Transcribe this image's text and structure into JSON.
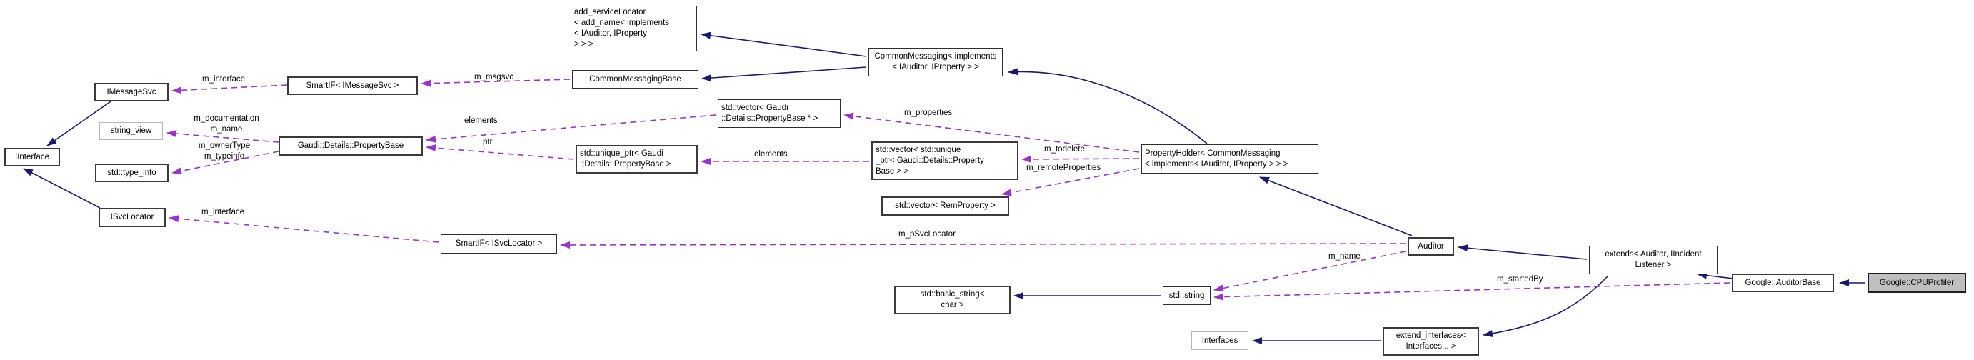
{
  "diagram": {
    "kind": "collaboration-graph",
    "focus_node": "Google::CPUProfiler"
  },
  "colors": {
    "inheritance_edge": "#191970",
    "usage_edge": "#9a32cd",
    "node_background": "#ffffff",
    "focus_node_background": "#bfbfbf",
    "node_border": "#2e2e2e",
    "muted_node_border": "#b4b4b4"
  },
  "nodes": [
    {
      "id": "add-servicelocator",
      "label": "add_serviceLocator\n< add_name< implements\n< IAuditor, IProperty\n> > >"
    },
    {
      "id": "commonmessaging",
      "label": "CommonMessaging< implements\n< IAuditor, IProperty > >"
    },
    {
      "id": "imessagesvc",
      "label": "IMessageSvc"
    },
    {
      "id": "smartif-imessagesvc",
      "label": "SmartIF< IMessageSvc >"
    },
    {
      "id": "commonmessagingbase",
      "label": "CommonMessagingBase"
    },
    {
      "id": "string-view",
      "label": "string_view"
    },
    {
      "id": "iinterface",
      "label": "IInterface"
    },
    {
      "id": "propertybase",
      "label": "Gaudi::Details::PropertyBase"
    },
    {
      "id": "type-info",
      "label": "std::type_info"
    },
    {
      "id": "vector-propertybase-ptr",
      "label": "std::vector< Gaudi\n::Details::PropertyBase * >"
    },
    {
      "id": "unique-ptr-propertybase",
      "label": "std::unique_ptr< Gaudi\n::Details::PropertyBase >"
    },
    {
      "id": "vector-unique-ptr",
      "label": "std::vector< std::unique\n_ptr< Gaudi::Details::Property\nBase > >"
    },
    {
      "id": "propertyholder",
      "label": "PropertyHolder< CommonMessaging\n< implements< IAuditor, IProperty > > >"
    },
    {
      "id": "vector-remproperty",
      "label": "std::vector< RemProperty >"
    },
    {
      "id": "isvclocator",
      "label": "ISvcLocator"
    },
    {
      "id": "smartif-isvclocator",
      "label": "SmartIF< ISvcLocator >"
    },
    {
      "id": "auditor",
      "label": "Auditor"
    },
    {
      "id": "extends-auditor",
      "label": "extends< Auditor, IIncident\nListener >"
    },
    {
      "id": "google-auditorbase",
      "label": "Google::AuditorBase"
    },
    {
      "id": "google-cpuprofiler",
      "label": "Google::CPUProfiler"
    },
    {
      "id": "basic-string-char",
      "label": "std::basic_string<\nchar >"
    },
    {
      "id": "std-string",
      "label": "std::string"
    },
    {
      "id": "interfaces",
      "label": "Interfaces"
    },
    {
      "id": "extend-interfaces",
      "label": "extend_interfaces<\nInterfaces... >"
    }
  ],
  "edge_labels": [
    {
      "text": "m_interface"
    },
    {
      "text": "m_msgsvc"
    },
    {
      "text": "m_documentation\nm_name"
    },
    {
      "text": "m_ownerType\nm_typeinfo"
    },
    {
      "text": "elements"
    },
    {
      "text": "ptr"
    },
    {
      "text": "elements"
    },
    {
      "text": "m_properties"
    },
    {
      "text": "m_todelete"
    },
    {
      "text": "m_remoteProperties"
    },
    {
      "text": "m_pSvcLocator"
    },
    {
      "text": "m_interface"
    },
    {
      "text": "m_name"
    },
    {
      "text": "m_startedBy"
    }
  ],
  "edges": [
    {
      "from": "Google::CPUProfiler",
      "to": "Google::AuditorBase",
      "type": "inheritance"
    },
    {
      "from": "Google::AuditorBase",
      "to": "extends< Auditor, IIncidentListener >",
      "type": "inheritance"
    },
    {
      "from": "extends< Auditor, IIncidentListener >",
      "to": "Auditor",
      "type": "inheritance"
    },
    {
      "from": "extends< Auditor, IIncidentListener >",
      "to": "extend_interfaces< Interfaces... >",
      "type": "inheritance"
    },
    {
      "from": "extend_interfaces< Interfaces... >",
      "to": "Interfaces",
      "type": "inheritance"
    },
    {
      "from": "Auditor",
      "to": "PropertyHolder< CommonMessaging< implements< IAuditor, IProperty > > >",
      "type": "inheritance"
    },
    {
      "from": "PropertyHolder< CommonMessaging< implements< IAuditor, IProperty > > >",
      "to": "CommonMessaging< implements< IAuditor, IProperty > >",
      "type": "inheritance"
    },
    {
      "from": "CommonMessaging< implements< IAuditor, IProperty > >",
      "to": "add_serviceLocator< add_name< implements< IAuditor, IProperty > > >",
      "type": "inheritance"
    },
    {
      "from": "CommonMessaging< implements< IAuditor, IProperty > >",
      "to": "CommonMessagingBase",
      "type": "inheritance"
    },
    {
      "from": "std::string",
      "to": "std::basic_string< char >",
      "type": "inheritance"
    },
    {
      "from": "IMessageSvc",
      "to": "IInterface",
      "type": "inheritance"
    },
    {
      "from": "ISvcLocator",
      "to": "IInterface",
      "type": "inheritance"
    },
    {
      "from": "SmartIF< IMessageSvc >",
      "to": "IMessageSvc",
      "type": "usage",
      "label": "m_interface"
    },
    {
      "from": "CommonMessagingBase",
      "to": "SmartIF< IMessageSvc >",
      "type": "usage",
      "label": "m_msgsvc"
    },
    {
      "from": "Gaudi::Details::PropertyBase",
      "to": "string_view",
      "type": "usage",
      "label": "m_documentation m_name"
    },
    {
      "from": "Gaudi::Details::PropertyBase",
      "to": "std::type_info",
      "type": "usage",
      "label": "m_ownerType m_typeinfo"
    },
    {
      "from": "std::vector< Gaudi::Details::PropertyBase * >",
      "to": "Gaudi::Details::PropertyBase",
      "type": "usage",
      "label": "elements"
    },
    {
      "from": "std::unique_ptr< Gaudi::Details::PropertyBase >",
      "to": "Gaudi::Details::PropertyBase",
      "type": "usage",
      "label": "ptr"
    },
    {
      "from": "std::vector< std::unique_ptr< Gaudi::Details::PropertyBase > >",
      "to": "std::unique_ptr< Gaudi::Details::PropertyBase >",
      "type": "usage",
      "label": "elements"
    },
    {
      "from": "PropertyHolder< CommonMessaging< implements< IAuditor, IProperty > > >",
      "to": "std::vector< Gaudi::Details::PropertyBase * >",
      "type": "usage",
      "label": "m_properties"
    },
    {
      "from": "PropertyHolder< CommonMessaging< implements< IAuditor, IProperty > > >",
      "to": "std::vector< std::unique_ptr< Gaudi::Details::PropertyBase > >",
      "type": "usage",
      "label": "m_todelete"
    },
    {
      "from": "PropertyHolder< CommonMessaging< implements< IAuditor, IProperty > > >",
      "to": "std::vector< RemProperty >",
      "type": "usage",
      "label": "m_remoteProperties"
    },
    {
      "from": "Auditor",
      "to": "SmartIF< ISvcLocator >",
      "type": "usage",
      "label": "m_pSvcLocator"
    },
    {
      "from": "SmartIF< ISvcLocator >",
      "to": "ISvcLocator",
      "type": "usage",
      "label": "m_interface"
    },
    {
      "from": "Auditor",
      "to": "std::string",
      "type": "usage",
      "label": "m_name"
    },
    {
      "from": "Google::AuditorBase",
      "to": "std::string",
      "type": "usage",
      "label": "m_startedBy"
    }
  ]
}
